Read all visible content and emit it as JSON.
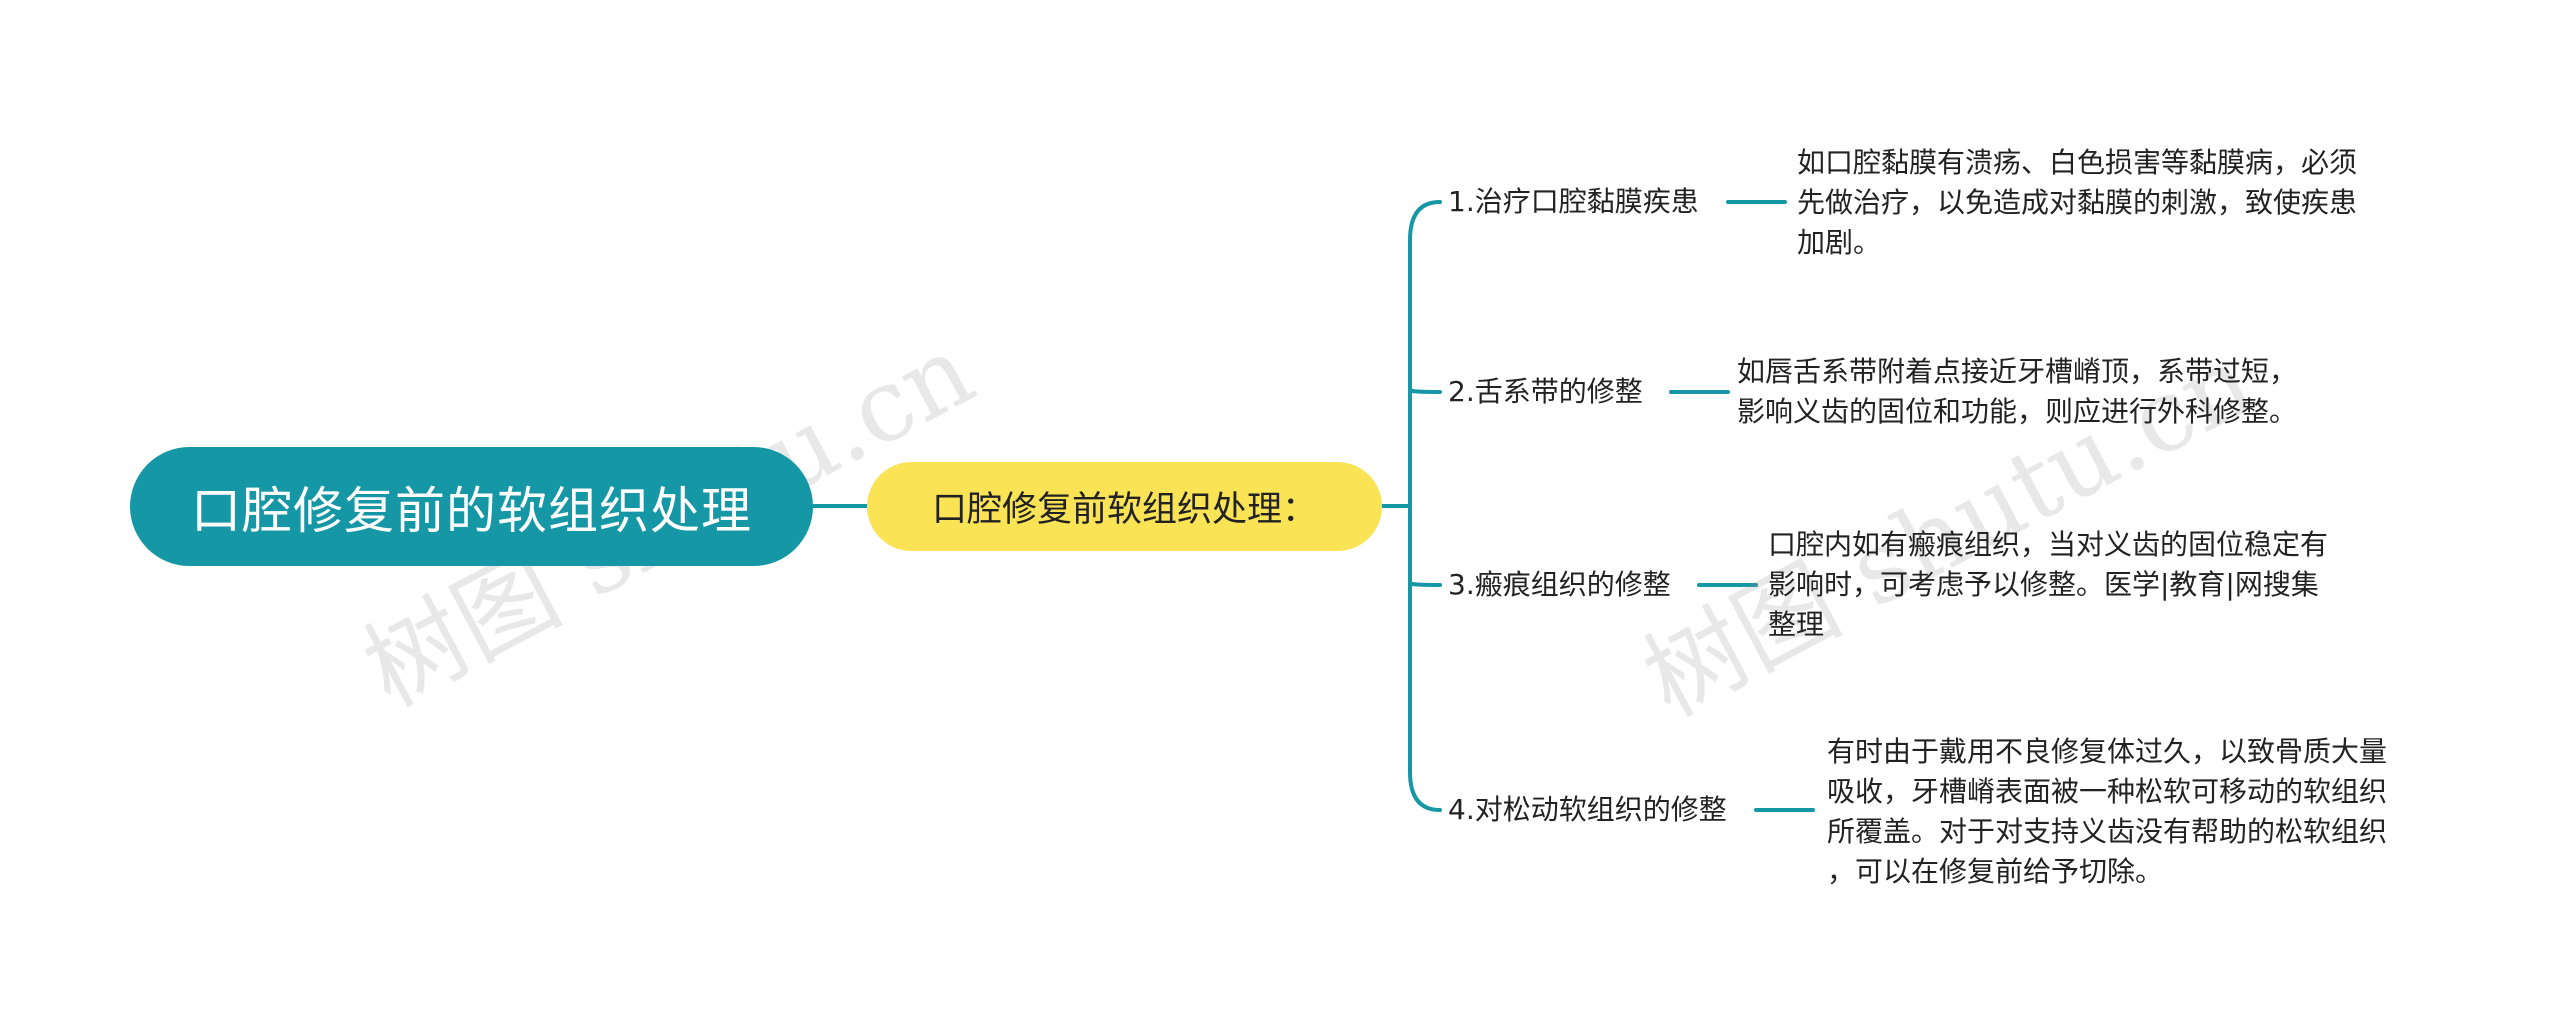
{
  "root": {
    "label": "口腔修复前的软组织处理"
  },
  "sub": {
    "label": "口腔修复前软组织处理："
  },
  "branches": [
    {
      "label": "1.治疗口腔黏膜疾患",
      "detail": [
        "如口腔黏膜有溃疡、白色损害等黏膜病，必须",
        "先做治疗，以免造成对黏膜的刺激，致使疾患",
        "加剧。"
      ]
    },
    {
      "label": "2.舌系带的修整",
      "detail": [
        "如唇舌系带附着点接近牙槽嵴顶，系带过短，",
        "影响义齿的固位和功能，则应进行外科修整。"
      ]
    },
    {
      "label": "3.瘢痕组织的修整",
      "detail": [
        "口腔内如有瘢痕组织，当对义齿的固位稳定有",
        "影响时，可考虑予以修整。医学|教育|网搜集",
        "整理"
      ]
    },
    {
      "label": "4.对松动软组织的修整",
      "detail": [
        "有时由于戴用不良修复体过久，以致骨质大量",
        "吸收，牙槽嵴表面被一种松软可移动的软组织",
        "所覆盖。对于对支持义齿没有帮助的松软组织",
        "，可以在修复前给予切除。"
      ]
    }
  ],
  "watermarks": [
    "树图 shutu.cn",
    "树图 shutu.cn"
  ],
  "colors": {
    "line": "#1697a6",
    "root": "#1697a6",
    "sub": "#fbe356"
  }
}
